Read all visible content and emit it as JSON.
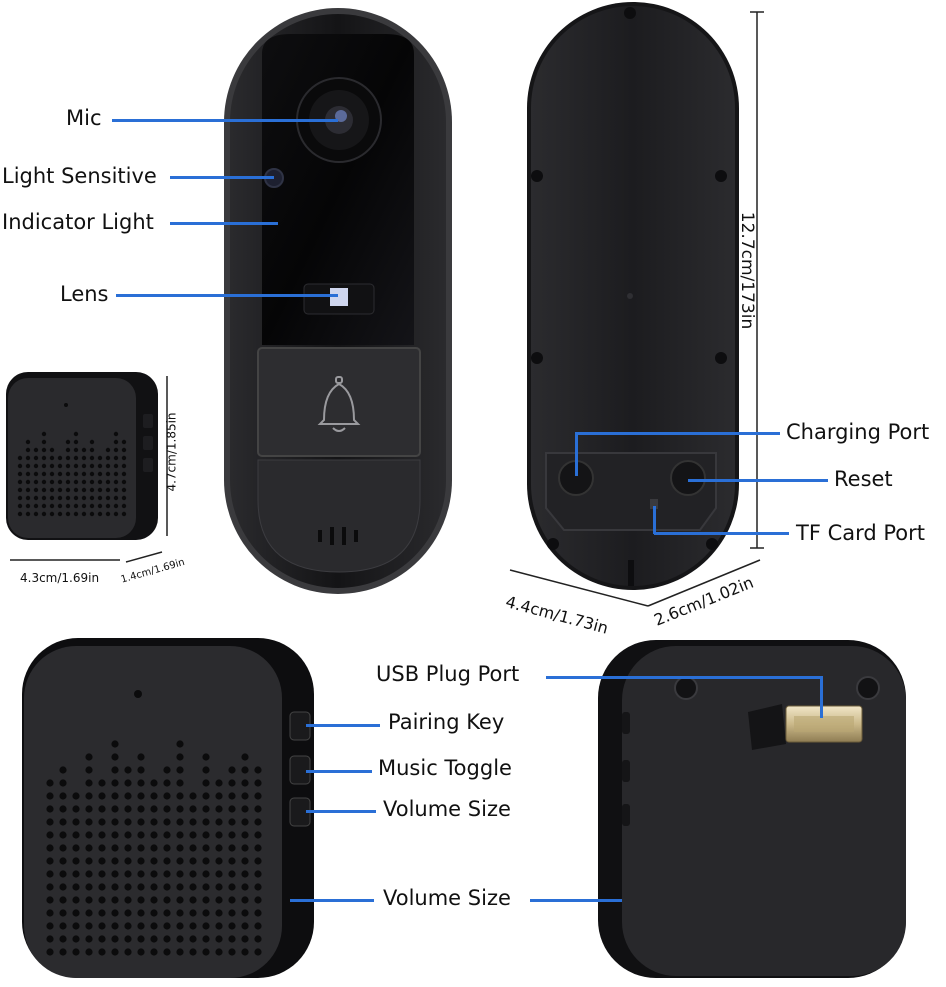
{
  "labels": {
    "mic": "Mic",
    "light_sensitive": "Light Sensitive",
    "indicator_light": "Indicator Light",
    "lens": "Lens",
    "charging_port": "Charging Port",
    "reset": "Reset",
    "tf_card_port": "TF Card Port",
    "usb_plug_port": "USB Plug Port",
    "pairing_key": "Pairing Key",
    "music_toggle": "Music Toggle",
    "volume_size_button": "Volume Size",
    "volume_size_speaker": "Volume Size"
  },
  "dimensions": {
    "doorbell_height": "12.7cm/173in",
    "doorbell_width": "4.4cm/1.73in",
    "doorbell_depth": "2.6cm/1.02in",
    "receiver_height": "4.7cm/1.85in",
    "receiver_width": "4.3cm/1.69in",
    "receiver_depth": "1.4cm/1.69in"
  },
  "colors": {
    "leader_line": "#2a6fd6",
    "device_body": "#1b1b1d",
    "background": "#ffffff"
  }
}
